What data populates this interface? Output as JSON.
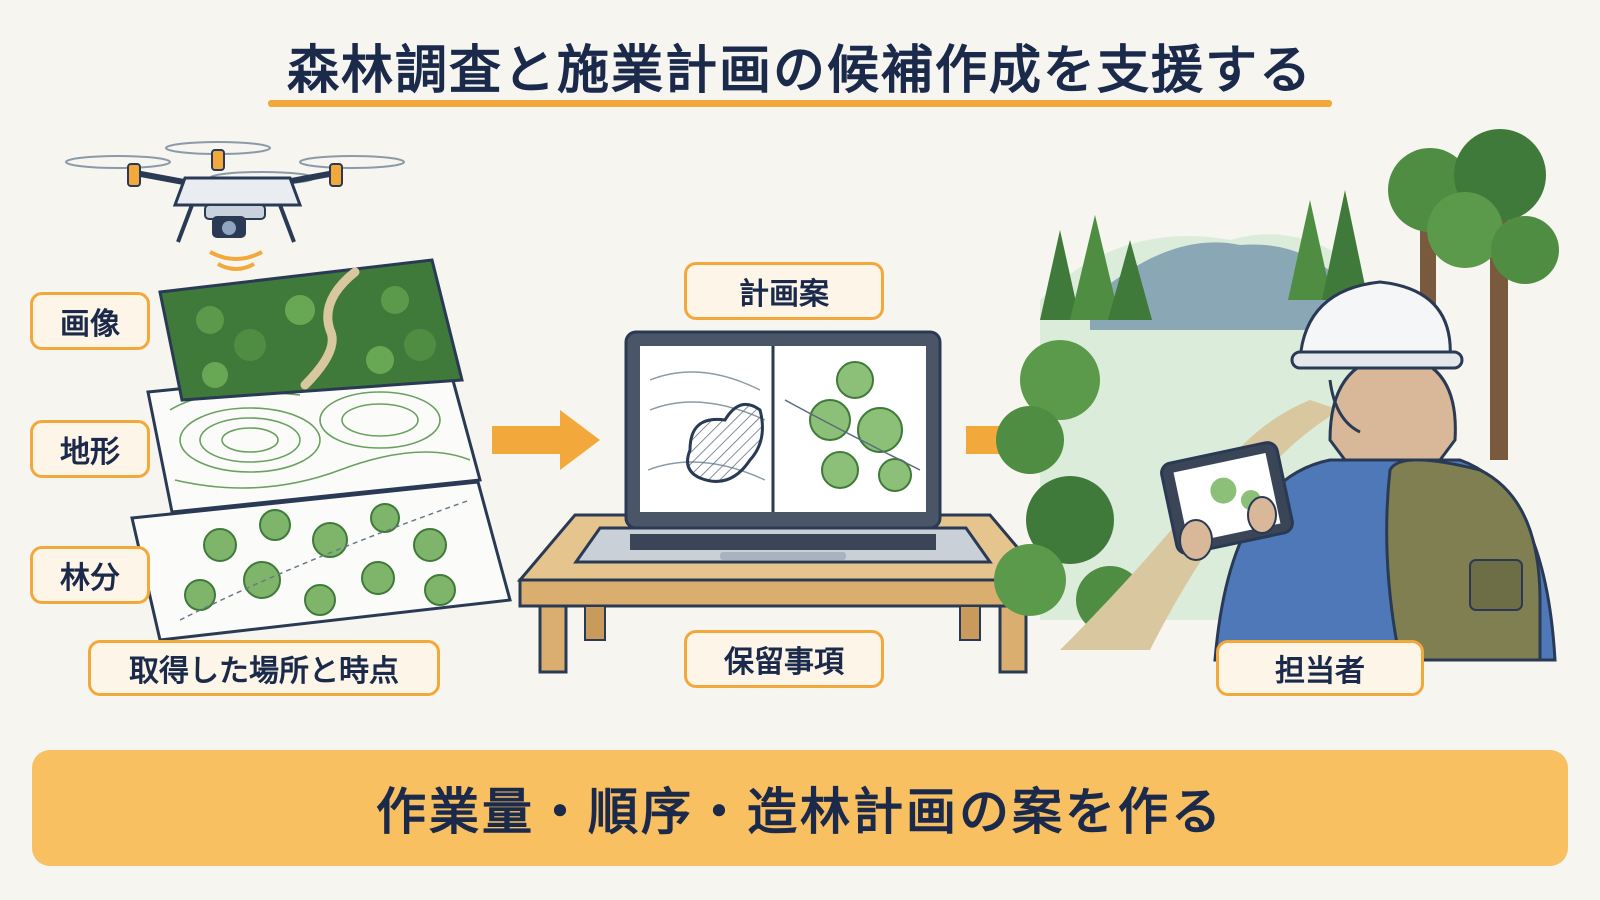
{
  "title": "森林調査と施業計画の候補作成を支援する",
  "inputs": {
    "image_label": "画像",
    "terrain_label": "地形",
    "stand_label": "林分",
    "source_label": "取得した場所と時点"
  },
  "center": {
    "plan_label": "計画案",
    "pending_label": "保留事項"
  },
  "person": {
    "label": "担当者"
  },
  "banner": "作業量・順序・造林計画の案を作る",
  "colors": {
    "accent": "#f2a83a",
    "navy": "#1b2a4a",
    "banner_bg": "#f9c061",
    "forest": "#3f8a3d"
  }
}
